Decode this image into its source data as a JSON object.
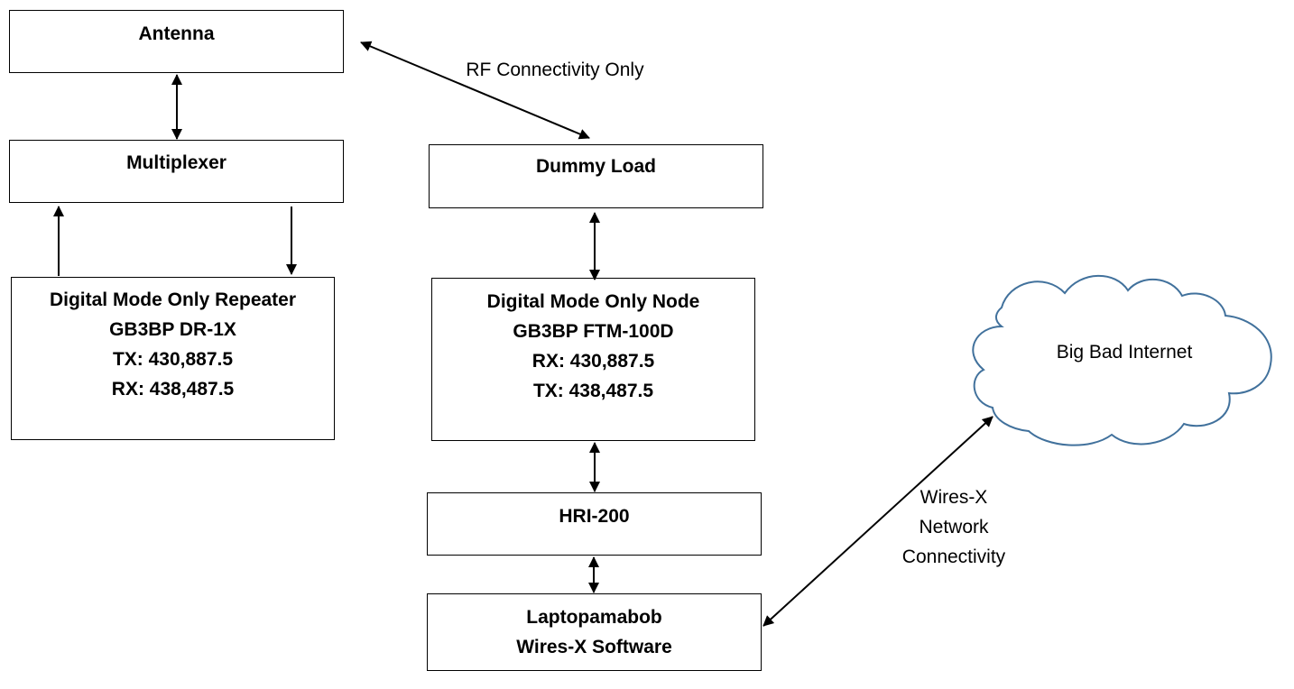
{
  "boxes": {
    "antenna": {
      "lines": [
        "Antenna"
      ]
    },
    "multiplexer": {
      "lines": [
        "Multiplexer"
      ]
    },
    "repeater": {
      "lines": [
        "Digital Mode Only Repeater",
        "GB3BP DR-1X",
        "TX: 430,887.5",
        "RX: 438,487.5"
      ]
    },
    "dummy_load": {
      "lines": [
        "Dummy Load"
      ]
    },
    "node": {
      "lines": [
        "Digital Mode Only Node",
        "GB3BP FTM-100D",
        "RX: 430,887.5",
        "TX: 438,487.5"
      ]
    },
    "hri": {
      "lines": [
        "HRI-200"
      ]
    },
    "laptop": {
      "lines": [
        "Laptopamabob",
        "Wires-X Software"
      ]
    }
  },
  "cloud": {
    "label": "Big Bad Internet",
    "stroke_color": "#41719c"
  },
  "labels": {
    "rf": "RF Connectivity Only",
    "wires_x": [
      "Wires-X",
      "Network",
      "Connectivity"
    ]
  }
}
